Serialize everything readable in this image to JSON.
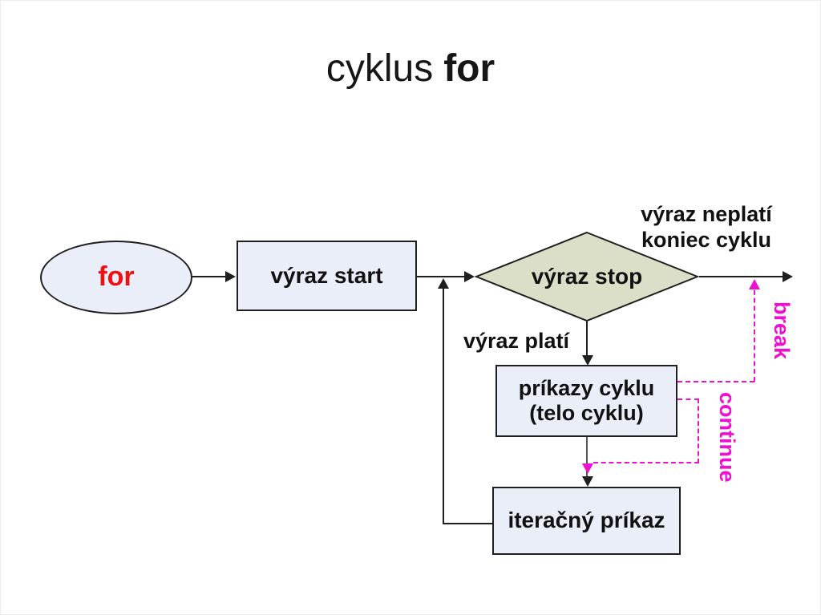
{
  "slide": {
    "title_regular": "cyklus",
    "title_bold": "for"
  },
  "colors": {
    "node-fill": "#e9eef8",
    "diamond-fill": "#dcdfc8",
    "line": "#1f1f1f",
    "start-text": "#ee1111",
    "magenta": "#ee10d0",
    "text": "#111111"
  },
  "flowchart": {
    "start_label": "for",
    "init_label": "výraz start",
    "decision_label": "výraz stop",
    "false_branch_line1": "výraz neplatí",
    "false_branch_line2": "koniec cyklu",
    "true_branch_label": "výraz platí",
    "body_line1": "príkazy cyklu",
    "body_line2": "(telo cyklu)",
    "iteration_label": "iteračný príkaz",
    "break_label": "break",
    "continue_label": "continue"
  }
}
